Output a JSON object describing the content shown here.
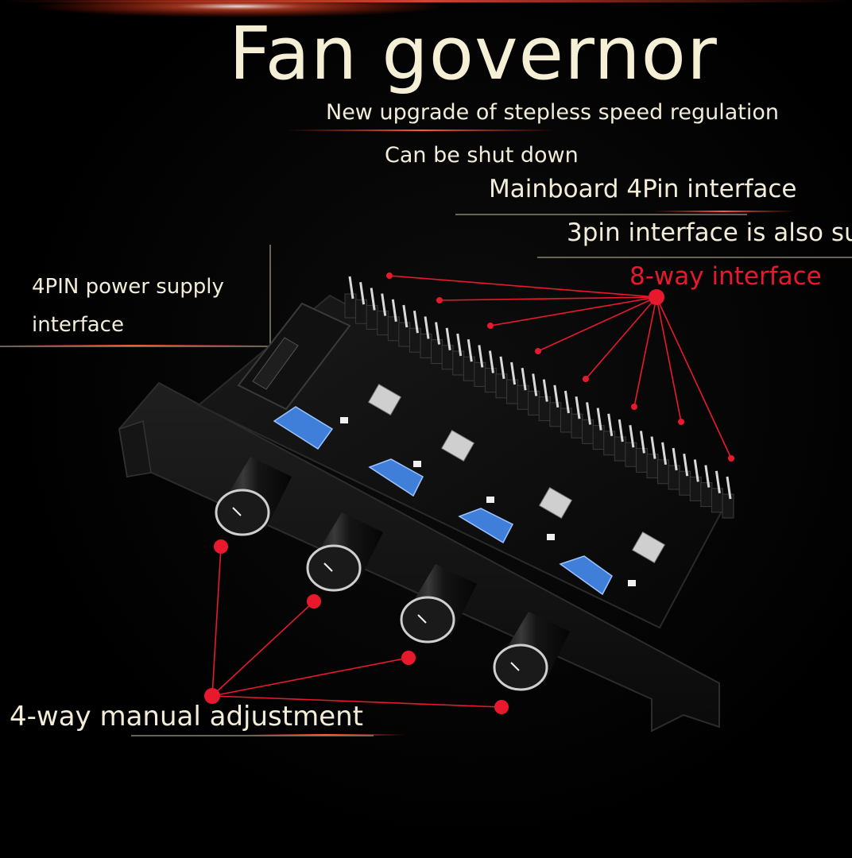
{
  "title": "Fan governor",
  "subtitle_1": "New upgrade of stepless speed regulation",
  "subtitle_2": "Can be shut down",
  "features": {
    "mainboard": "Mainboard 4Pin interface",
    "three_pin": "3pin interface is also su",
    "eight_way": "8-way interface"
  },
  "power_label": {
    "line1": "4PIN power supply",
    "line2": "interface"
  },
  "manual_label": "4-way manual adjustment",
  "colors": {
    "background": "#000000",
    "text": "#f2ecd8",
    "accent_red": "#e8192c",
    "pcb": "#0b0b0b",
    "jumper_blue": "#3f7fd9",
    "knob_black": "#111111"
  }
}
